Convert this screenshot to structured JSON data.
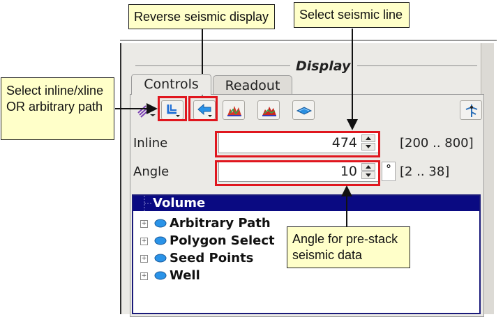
{
  "dock": {
    "title": "Display"
  },
  "tabs": [
    {
      "label": "Controls",
      "active": true
    },
    {
      "label": "Readout",
      "active": false
    }
  ],
  "toolbar": {
    "buttons": [
      {
        "icon": "inline-xline-path-icon"
      },
      {
        "icon": "inline-crossline-selector-icon"
      },
      {
        "icon": "reverse-display-icon"
      },
      {
        "icon": "seismic-wiggle-icon"
      },
      {
        "icon": "seismic-variable-density-icon"
      },
      {
        "icon": "horizon-surface-icon"
      },
      {
        "icon": "well-tool-icon"
      }
    ]
  },
  "fields": {
    "inline": {
      "label": "Inline",
      "value": "474",
      "range": "[200 .. 800]"
    },
    "angle": {
      "label": "Angle",
      "value": "10",
      "unit": "°",
      "range": "[2 .. 38]"
    }
  },
  "tree": {
    "header": "Volume",
    "items": [
      {
        "label": "Arbitrary Path"
      },
      {
        "label": "Polygon Select"
      },
      {
        "label": "Seed Points"
      },
      {
        "label": "Well"
      }
    ]
  },
  "callouts": {
    "select_path": "Select inline/xline OR arbitrary path",
    "reverse": "Reverse seismic display",
    "select_line": "Select seismic line",
    "angle": "Angle for pre-stack seismic data"
  },
  "colors": {
    "highlight": "#e0161e",
    "callout_bg": "#ffffc9",
    "tree_header": "#0a0a82"
  }
}
